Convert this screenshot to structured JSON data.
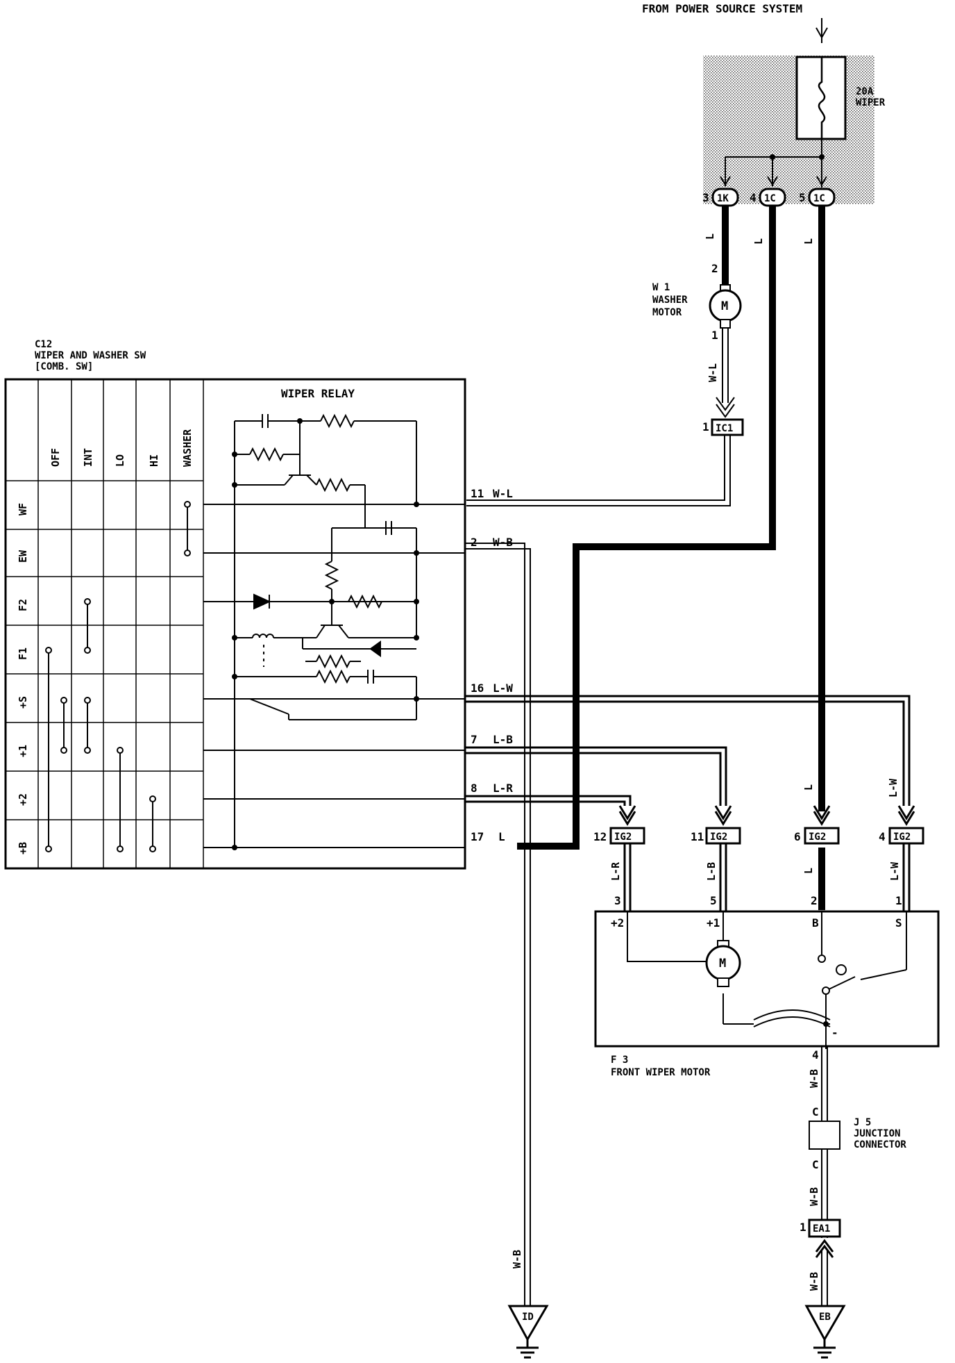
{
  "power_source": "FROM POWER SOURCE SYSTEM",
  "fuse": {
    "rating": "20A",
    "name": "WIPER"
  },
  "top_connectors": [
    {
      "pin": "3",
      "code": "1K"
    },
    {
      "pin": "4",
      "code": "1C"
    },
    {
      "pin": "5",
      "code": "1C"
    }
  ],
  "wire_colors": {
    "l": "L",
    "wl": "W-L",
    "wb": "W-B",
    "lr": "L-R",
    "lb": "L-B",
    "lw": "L-W"
  },
  "washer_motor": {
    "id": "W 1",
    "name_line1": "WASHER",
    "name_line2": "MOTOR",
    "pin_top": "2",
    "pin_bottom": "1",
    "symbol": "M"
  },
  "ic1_connector": {
    "pin": "1",
    "code": "IC1"
  },
  "switch": {
    "id": "C12",
    "name_line1": "WIPER AND WASHER SW",
    "name_line2": "[COMB. SW]",
    "columns": [
      "OFF",
      "INT",
      "LO",
      "HI",
      "WASHER"
    ],
    "rows": [
      "WF",
      "EW",
      "F2",
      "F1",
      "+S",
      "+1",
      "+2",
      "+B"
    ],
    "relay_label": "WIPER RELAY"
  },
  "switch_terminals": [
    {
      "pin": "11",
      "color": "W-L"
    },
    {
      "pin": "2",
      "color": "W-B"
    },
    {
      "pin": "16",
      "color": "L-W"
    },
    {
      "pin": "7",
      "color": "L-B"
    },
    {
      "pin": "8",
      "color": "L-R"
    },
    {
      "pin": "17",
      "color": "L"
    }
  ],
  "ig2_connectors": [
    {
      "pin": "12",
      "code": "IG2",
      "color": "L-R",
      "motor_pin": "3",
      "terminal": "+2"
    },
    {
      "pin": "11",
      "code": "IG2",
      "color": "L-B",
      "motor_pin": "5",
      "terminal": "+1"
    },
    {
      "pin": "6",
      "code": "IG2",
      "color": "L",
      "motor_pin": "2",
      "terminal": "B"
    },
    {
      "pin": "4",
      "code": "IG2",
      "color": "L-W",
      "motor_pin": "1",
      "terminal": "S"
    }
  ],
  "wiper_motor": {
    "id": "F 3",
    "name": "FRONT WIPER MOTOR",
    "symbol": "M",
    "ground_terminal": "-",
    "ground_pin": "4"
  },
  "junction": {
    "id": "J 5",
    "name_line1": "JUNCTION",
    "name_line2": "CONNECTOR",
    "pin_top": "C",
    "pin_bottom": "C"
  },
  "ea1_connector": {
    "pin": "1",
    "code": "EA1"
  },
  "grounds": [
    {
      "code": "ID"
    },
    {
      "code": "EB"
    }
  ]
}
